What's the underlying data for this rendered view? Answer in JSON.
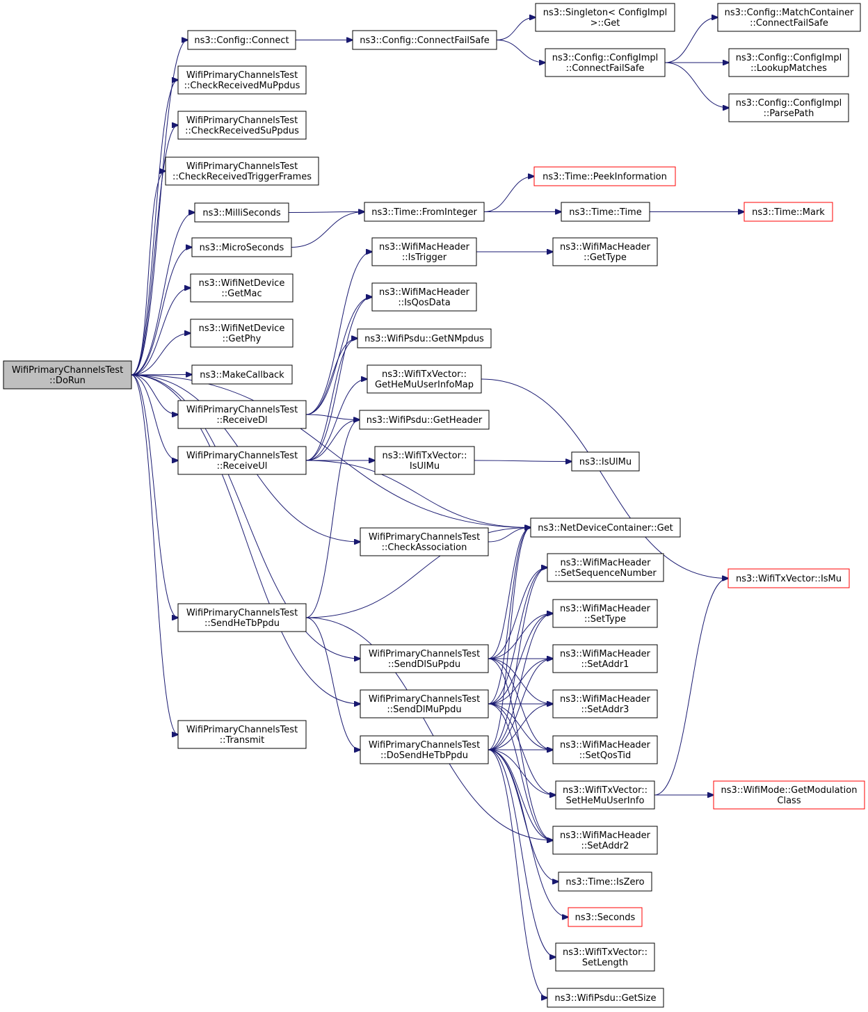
{
  "colors": {
    "edge": "#191970",
    "root_fill": "#bfbfbf",
    "node_fill": "#ffffff",
    "node_border": "#000000",
    "truncated_border": "#ff0000"
  },
  "nodes": {
    "dorun": {
      "lines": [
        "WifiPrimaryChannelsTest",
        "::DoRun"
      ],
      "root": true
    },
    "connect": {
      "lines": [
        "ns3::Config::Connect"
      ]
    },
    "cfs": {
      "lines": [
        "ns3::Config::ConnectFailSafe"
      ]
    },
    "singleton": {
      "lines": [
        "ns3::Singleton< ConfigImpl",
        ">::Get"
      ]
    },
    "cicfs": {
      "lines": [
        "ns3::Config::ConfigImpl",
        "::ConnectFailSafe"
      ]
    },
    "mccfs": {
      "lines": [
        "ns3::Config::MatchContainer",
        "::ConnectFailSafe"
      ]
    },
    "lookup": {
      "lines": [
        "ns3::Config::ConfigImpl",
        "::LookupMatches"
      ]
    },
    "parsepath": {
      "lines": [
        "ns3::Config::ConfigImpl",
        "::ParsePath"
      ]
    },
    "crmu": {
      "lines": [
        "WifiPrimaryChannelsTest",
        "::CheckReceivedMuPpdus"
      ]
    },
    "crsu": {
      "lines": [
        "WifiPrimaryChannelsTest",
        "::CheckReceivedSuPpdus"
      ]
    },
    "crtf": {
      "lines": [
        "WifiPrimaryChannelsTest",
        "::CheckReceivedTriggerFrames"
      ]
    },
    "milli": {
      "lines": [
        "ns3::MilliSeconds"
      ]
    },
    "micro": {
      "lines": [
        "ns3::MicroSeconds"
      ]
    },
    "fromint": {
      "lines": [
        "ns3::Time::FromInteger"
      ]
    },
    "peek": {
      "lines": [
        "ns3::Time::PeekInformation"
      ],
      "truncated": true
    },
    "time": {
      "lines": [
        "ns3::Time::Time"
      ]
    },
    "mark": {
      "lines": [
        "ns3::Time::Mark"
      ],
      "truncated": true
    },
    "getmac": {
      "lines": [
        "ns3::WifiNetDevice",
        "::GetMac"
      ]
    },
    "getphy": {
      "lines": [
        "ns3::WifiNetDevice",
        "::GetPhy"
      ]
    },
    "makecb": {
      "lines": [
        "ns3::MakeCallback"
      ]
    },
    "istrigger": {
      "lines": [
        "ns3::WifiMacHeader",
        "::IsTrigger"
      ]
    },
    "gettype": {
      "lines": [
        "ns3::WifiMacHeader",
        "::GetType"
      ]
    },
    "isqos": {
      "lines": [
        "ns3::WifiMacHeader",
        "::IsQosData"
      ]
    },
    "getnmpdus": {
      "lines": [
        "ns3::WifiPsdu::GetNMpdus"
      ]
    },
    "gethemu": {
      "lines": [
        "ns3::WifiTxVector::",
        "GetHeMuUserInfoMap"
      ]
    },
    "recvdl": {
      "lines": [
        "WifiPrimaryChannelsTest",
        "::ReceiveDl"
      ]
    },
    "getheader": {
      "lines": [
        "ns3::WifiPsdu::GetHeader"
      ]
    },
    "recvul": {
      "lines": [
        "WifiPrimaryChannelsTest",
        "::ReceiveUl"
      ]
    },
    "isulmu_tx": {
      "lines": [
        "ns3::WifiTxVector::",
        "IsUlMu"
      ]
    },
    "isulmu": {
      "lines": [
        "ns3::IsUlMu"
      ]
    },
    "ndcget": {
      "lines": [
        "ns3::NetDeviceContainer::Get"
      ]
    },
    "checkassoc": {
      "lines": [
        "WifiPrimaryChannelsTest",
        "::CheckAssociation"
      ]
    },
    "setseq": {
      "lines": [
        "ns3::WifiMacHeader",
        "::SetSequenceNumber"
      ]
    },
    "ismu": {
      "lines": [
        "ns3::WifiTxVector::IsMu"
      ],
      "truncated": true
    },
    "sendhetb": {
      "lines": [
        "WifiPrimaryChannelsTest",
        "::SendHeTbPpdu"
      ]
    },
    "settype": {
      "lines": [
        "ns3::WifiMacHeader",
        "::SetType"
      ]
    },
    "senddlsu": {
      "lines": [
        "WifiPrimaryChannelsTest",
        "::SendDlSuPpdu"
      ]
    },
    "setaddr1": {
      "lines": [
        "ns3::WifiMacHeader",
        "::SetAddr1"
      ]
    },
    "senddlmu": {
      "lines": [
        "WifiPrimaryChannelsTest",
        "::SendDlMuPpdu"
      ]
    },
    "setaddr3": {
      "lines": [
        "ns3::WifiMacHeader",
        "::SetAddr3"
      ]
    },
    "transmit": {
      "lines": [
        "WifiPrimaryChannelsTest",
        "::Transmit"
      ]
    },
    "dosendhetb": {
      "lines": [
        "WifiPrimaryChannelsTest",
        "::DoSendHeTbPpdu"
      ]
    },
    "setqostid": {
      "lines": [
        "ns3::WifiMacHeader",
        "::SetQosTid"
      ]
    },
    "sethemu": {
      "lines": [
        "ns3::WifiTxVector::",
        "SetHeMuUserInfo"
      ]
    },
    "getmod": {
      "lines": [
        "ns3::WifiMode::GetModulation",
        "Class"
      ],
      "truncated": true
    },
    "setaddr2": {
      "lines": [
        "ns3::WifiMacHeader",
        "::SetAddr2"
      ]
    },
    "iszero": {
      "lines": [
        "ns3::Time::IsZero"
      ]
    },
    "seconds": {
      "lines": [
        "ns3::Seconds"
      ],
      "truncated": true
    },
    "setlength": {
      "lines": [
        "ns3::WifiTxVector::",
        "SetLength"
      ]
    },
    "getsize": {
      "lines": [
        "ns3::WifiPsdu::GetSize"
      ]
    }
  },
  "edges": [
    [
      "dorun",
      "connect"
    ],
    [
      "dorun",
      "crmu"
    ],
    [
      "dorun",
      "crsu"
    ],
    [
      "dorun",
      "crtf"
    ],
    [
      "dorun",
      "milli"
    ],
    [
      "dorun",
      "micro"
    ],
    [
      "dorun",
      "getmac"
    ],
    [
      "dorun",
      "getphy"
    ],
    [
      "dorun",
      "makecb"
    ],
    [
      "dorun",
      "recvdl"
    ],
    [
      "dorun",
      "recvul"
    ],
    [
      "dorun",
      "checkassoc"
    ],
    [
      "dorun",
      "ndcget"
    ],
    [
      "dorun",
      "sendhetb"
    ],
    [
      "dorun",
      "senddlsu"
    ],
    [
      "dorun",
      "senddlmu"
    ],
    [
      "dorun",
      "transmit"
    ],
    [
      "connect",
      "cfs"
    ],
    [
      "cfs",
      "singleton"
    ],
    [
      "cfs",
      "cicfs"
    ],
    [
      "cicfs",
      "mccfs"
    ],
    [
      "cicfs",
      "lookup"
    ],
    [
      "cicfs",
      "parsepath"
    ],
    [
      "milli",
      "fromint"
    ],
    [
      "micro",
      "fromint"
    ],
    [
      "fromint",
      "peek"
    ],
    [
      "fromint",
      "time"
    ],
    [
      "time",
      "mark"
    ],
    [
      "recvdl",
      "istrigger"
    ],
    [
      "recvdl",
      "isqos"
    ],
    [
      "recvdl",
      "getnmpdus"
    ],
    [
      "recvdl",
      "getheader"
    ],
    [
      "istrigger",
      "gettype"
    ],
    [
      "recvul",
      "isqos"
    ],
    [
      "recvul",
      "getnmpdus"
    ],
    [
      "recvul",
      "gethemu"
    ],
    [
      "recvul",
      "getheader"
    ],
    [
      "recvul",
      "isulmu_tx"
    ],
    [
      "recvul",
      "ndcget"
    ],
    [
      "isulmu_tx",
      "isulmu"
    ],
    [
      "gethemu",
      "ismu"
    ],
    [
      "checkassoc",
      "ndcget"
    ],
    [
      "sendhetb",
      "getheader"
    ],
    [
      "sendhetb",
      "ndcget"
    ],
    [
      "sendhetb",
      "dosendhetb"
    ],
    [
      "sendhetb",
      "setaddr2"
    ],
    [
      "senddlsu",
      "ndcget"
    ],
    [
      "senddlsu",
      "setseq"
    ],
    [
      "senddlsu",
      "settype"
    ],
    [
      "senddlsu",
      "setaddr1"
    ],
    [
      "senddlsu",
      "setaddr3"
    ],
    [
      "senddlsu",
      "setqostid"
    ],
    [
      "senddlsu",
      "setaddr2"
    ],
    [
      "senddlmu",
      "ndcget"
    ],
    [
      "senddlmu",
      "setseq"
    ],
    [
      "senddlmu",
      "settype"
    ],
    [
      "senddlmu",
      "setaddr1"
    ],
    [
      "senddlmu",
      "setaddr3"
    ],
    [
      "senddlmu",
      "setqostid"
    ],
    [
      "senddlmu",
      "sethemu"
    ],
    [
      "senddlmu",
      "setaddr2"
    ],
    [
      "dosendhetb",
      "ndcget"
    ],
    [
      "dosendhetb",
      "setseq"
    ],
    [
      "dosendhetb",
      "settype"
    ],
    [
      "dosendhetb",
      "setaddr1"
    ],
    [
      "dosendhetb",
      "setaddr3"
    ],
    [
      "dosendhetb",
      "setqostid"
    ],
    [
      "dosendhetb",
      "sethemu"
    ],
    [
      "dosendhetb",
      "setaddr2"
    ],
    [
      "dosendhetb",
      "iszero"
    ],
    [
      "dosendhetb",
      "seconds"
    ],
    [
      "dosendhetb",
      "setlength"
    ],
    [
      "dosendhetb",
      "getsize"
    ],
    [
      "sethemu",
      "getmod"
    ],
    [
      "sethemu",
      "ismu"
    ]
  ]
}
